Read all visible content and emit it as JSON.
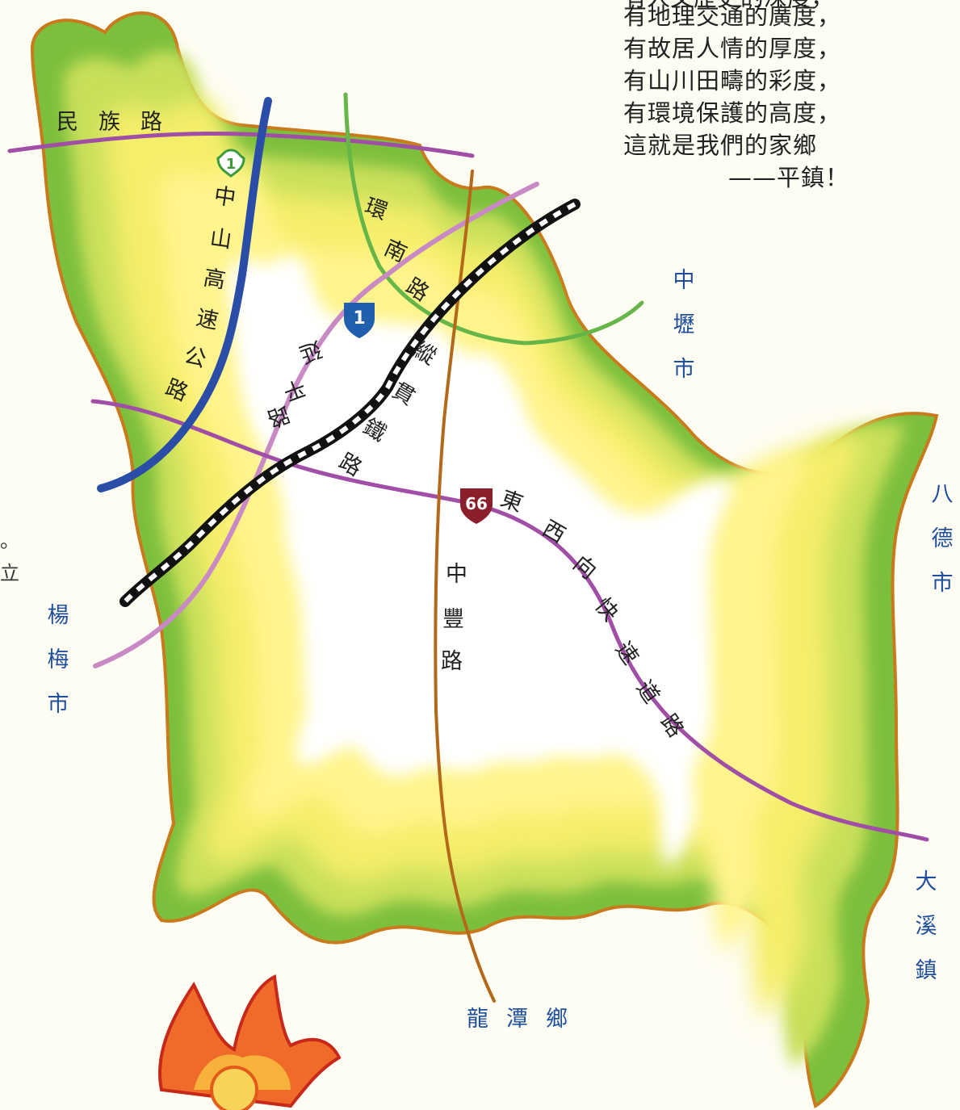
{
  "poem": {
    "clipped_top": "有人文歷史的深度，",
    "lines": [
      "有地理交通的廣度，",
      "有故居人情的厚度，",
      "有山川田疇的彩度，",
      "有環境保護的高度，",
      "這就是我們的家鄉"
    ],
    "signature": "——平鎮！"
  },
  "edge_text": {
    "mark": "。",
    "char": "立"
  },
  "roads": {
    "minzu": [
      "民",
      "族",
      "路"
    ],
    "zhongshan": [
      "中",
      "山",
      "高",
      "速",
      "公",
      "路"
    ],
    "huannan": [
      "環",
      "南",
      "路"
    ],
    "yanping": [
      "延",
      "平",
      "路"
    ],
    "zongguan": [
      "縱",
      "貫",
      "鐵",
      "路"
    ],
    "zhongfeng": [
      "中",
      "豐",
      "路"
    ],
    "dongxi": [
      "東",
      "西",
      "向",
      "快",
      "速",
      "道",
      "路"
    ]
  },
  "shields": {
    "freeway": "1",
    "provincial": "1",
    "expressway": "66"
  },
  "neighbors": {
    "zhongli": [
      "中",
      "壢",
      "市"
    ],
    "bade": [
      "八",
      "德",
      "市"
    ],
    "daxi": [
      "大",
      "溪",
      "鎮"
    ],
    "yangmei": [
      "楊",
      "梅",
      "市"
    ],
    "longtan": "龍潭鄉"
  },
  "colors": {
    "freeway": "#2a4ea8",
    "purple_road": "#a04ea6",
    "green_road": "#66b548",
    "orange_road": "#b4691a",
    "railway": "#111111",
    "shield_blue": "#1f5fae",
    "shield_red": "#8a1e2a",
    "label_blue": "#1f4f9c"
  }
}
